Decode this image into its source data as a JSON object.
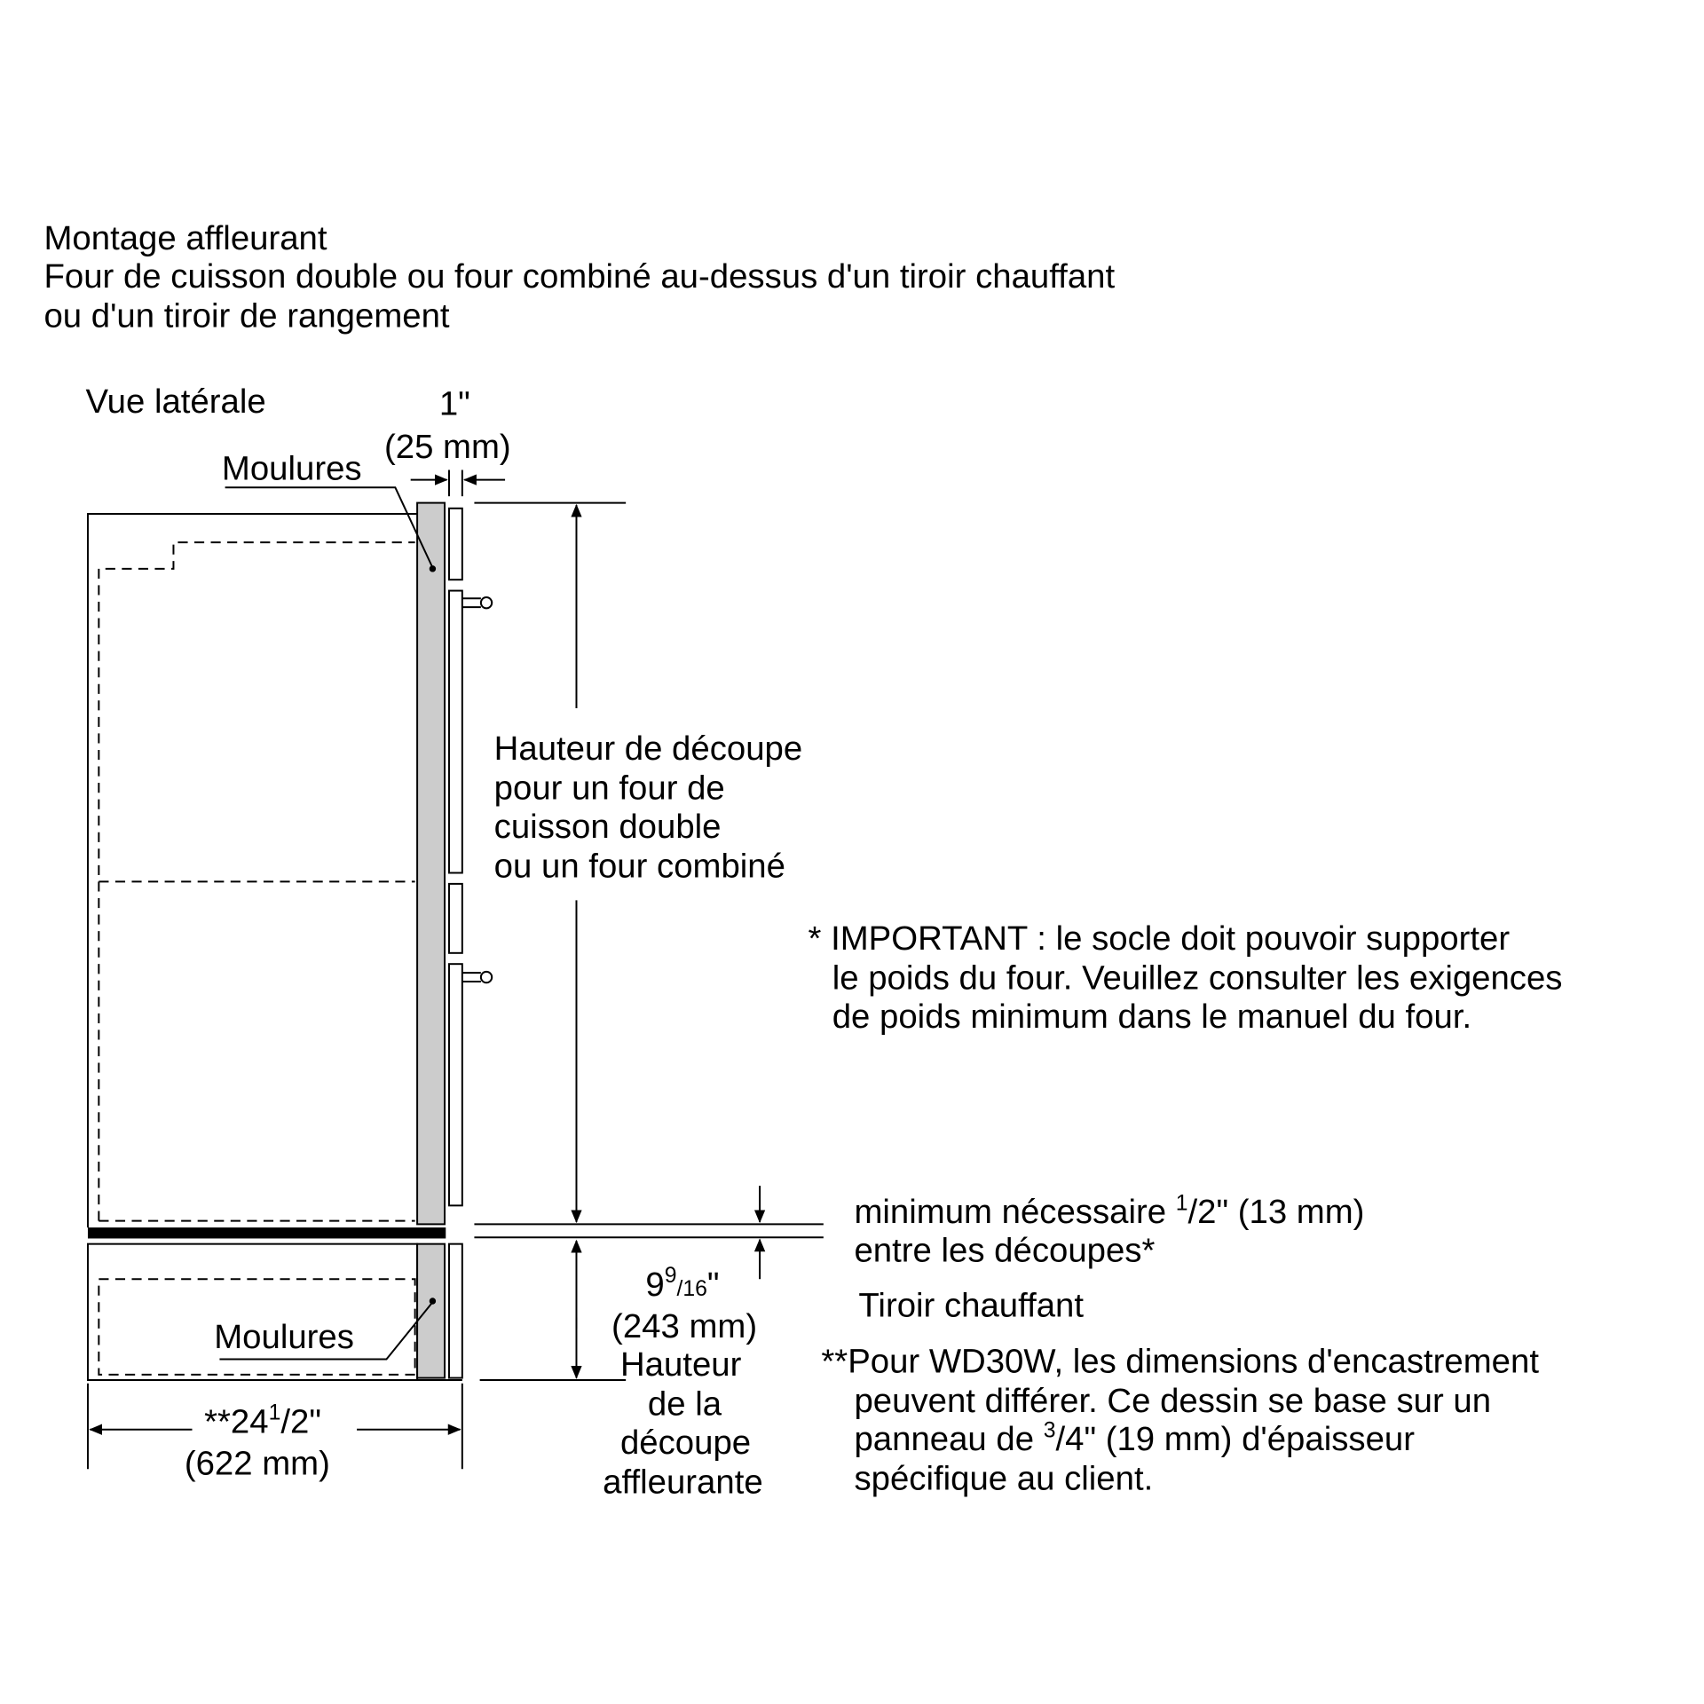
{
  "title": {
    "line1": "Montage affleurant",
    "line2": "Four de cuisson double ou four combiné au-dessus d'un tiroir chauffant",
    "line3": "ou d'un tiroir de rangement"
  },
  "view_label": "Vue latérale",
  "moldings_label": "Moulures",
  "top_gap": {
    "inch": "1\"",
    "mm": "(25 mm)"
  },
  "cutout_height": [
    "Hauteur de découpe",
    "pour un four de",
    "cuisson double",
    "ou un four combiné"
  ],
  "important_note": [
    "* IMPORTANT : le socle doit pouvoir supporter",
    "le poids du four. Veuillez consulter les exigences",
    "de poids minimum dans le manuel du four."
  ],
  "min_gap": {
    "prefix": "minimum nécessaire ",
    "num": "1",
    "den": "/2",
    "suffix": "\" (13 mm)",
    "line2": "entre les découpes*"
  },
  "drawer_height": {
    "whole": "9",
    "num": "9",
    "den": "/16",
    "inch_mark": "\"",
    "mm": "(243 mm)",
    "label": [
      "Hauteur",
      "de la",
      "découpe",
      "affleurante"
    ]
  },
  "drawer_label": "Tiroir chauffant",
  "depth": {
    "prefix": "**24",
    "num": "1",
    "den": "/2\"",
    "mm": "(622 mm)"
  },
  "wd30w_note": {
    "line1": "**Pour WD30W, les dimensions d'encastrement",
    "line2": "peuvent différer. Ce dessin se base sur un",
    "line3_pre": "panneau de ",
    "line3_num": "3",
    "line3_post": "/4\" (19 mm) d'épaisseur",
    "line4": "spécifique au client."
  }
}
